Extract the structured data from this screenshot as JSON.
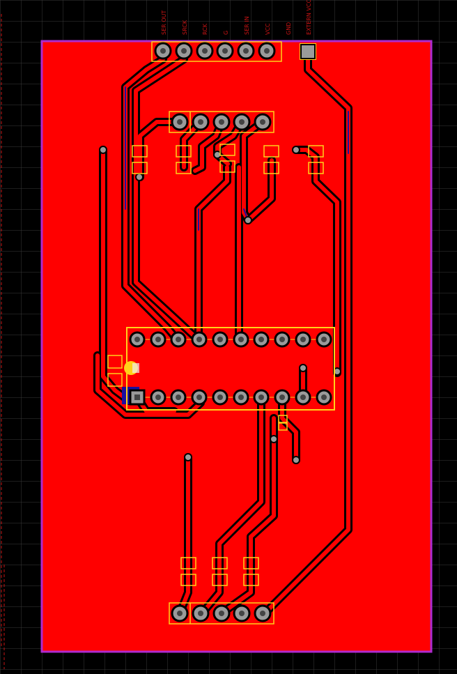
{
  "connector_labels": {
    "ser_out": "SER OUT",
    "srck": "SRCK",
    "rck": "RCK",
    "g": "G",
    "ser_in": "SER IN",
    "vcc": "VCC",
    "gnd": "GND",
    "extern_vcc": "EXTERN VCC"
  },
  "colors": {
    "background": "#000000",
    "grid": "#3a3a3a",
    "copper_fill": "#ff0000",
    "trace_outline": "#000000",
    "trace_bottom": "#1a10a0",
    "silkscreen": "#ffd21a",
    "board_outline": "#b02ad0",
    "pad": "#9a9a9a",
    "label": "#c81414"
  }
}
